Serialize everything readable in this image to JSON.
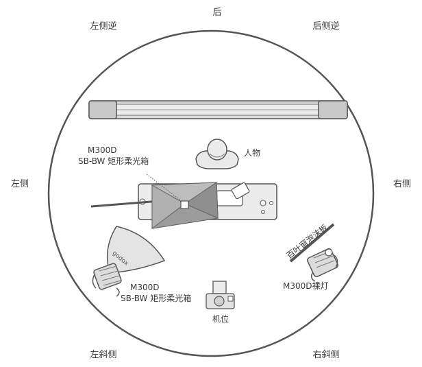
{
  "directions": {
    "back": "后",
    "back_left": "左侧逆",
    "back_right": "后侧逆",
    "left": "左侧",
    "right": "右侧",
    "front_left": "左斜侧",
    "front_right": "右斜侧"
  },
  "subjects": {
    "person": "人物",
    "camera": "机位"
  },
  "lights": {
    "top_model": "M300D",
    "top_modifier": "SB-BW 矩形柔光箱",
    "bottom_model": "M300D",
    "bottom_modifier": "SB-BW 矩形柔光箱",
    "right_light": "M300D裸灯",
    "foam_board": "百叶窗泡沫板",
    "reflector_brand": "godox"
  },
  "colors": {
    "outline": "#555555",
    "fill_light": "#e4e4e4",
    "fill_mid": "#c8c8c8",
    "fill_dark": "#8e8e8e",
    "stand": "#555555"
  }
}
